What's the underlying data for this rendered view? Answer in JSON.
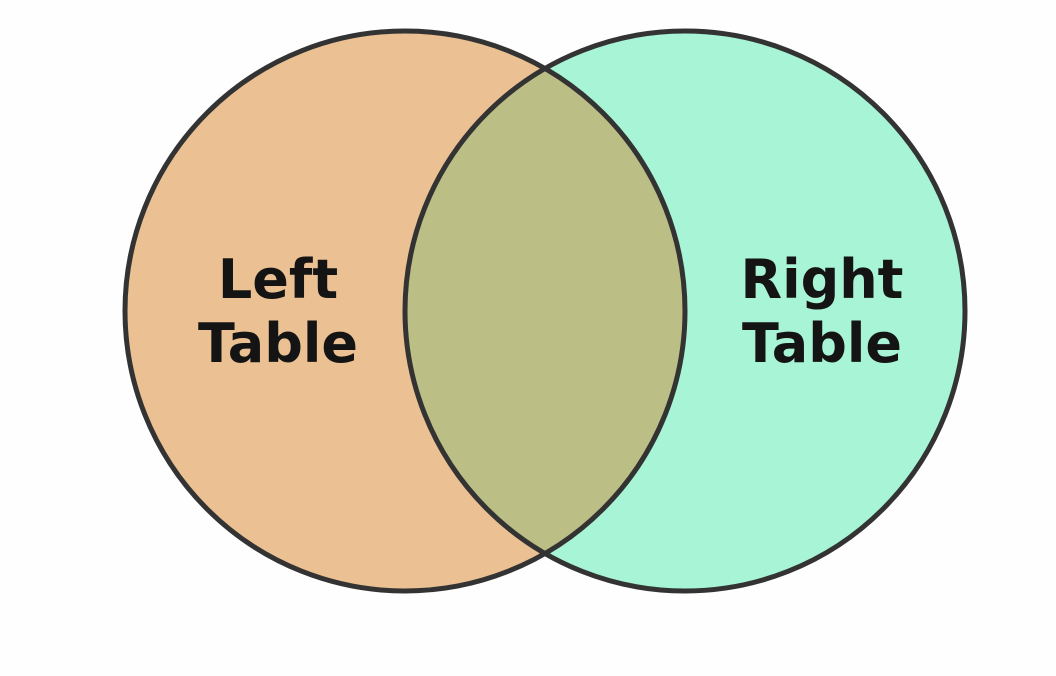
{
  "diagram": {
    "type": "venn",
    "left_set": {
      "label_line1": "Left",
      "label_line2": "Table",
      "color": "#ebc193"
    },
    "right_set": {
      "label_line1": "Right",
      "label_line2": "Table",
      "color": "#a8f4d6"
    },
    "intersection": {
      "color": "#bcbf85"
    },
    "outline_color": "#333333",
    "background_color": "#fefefe"
  }
}
